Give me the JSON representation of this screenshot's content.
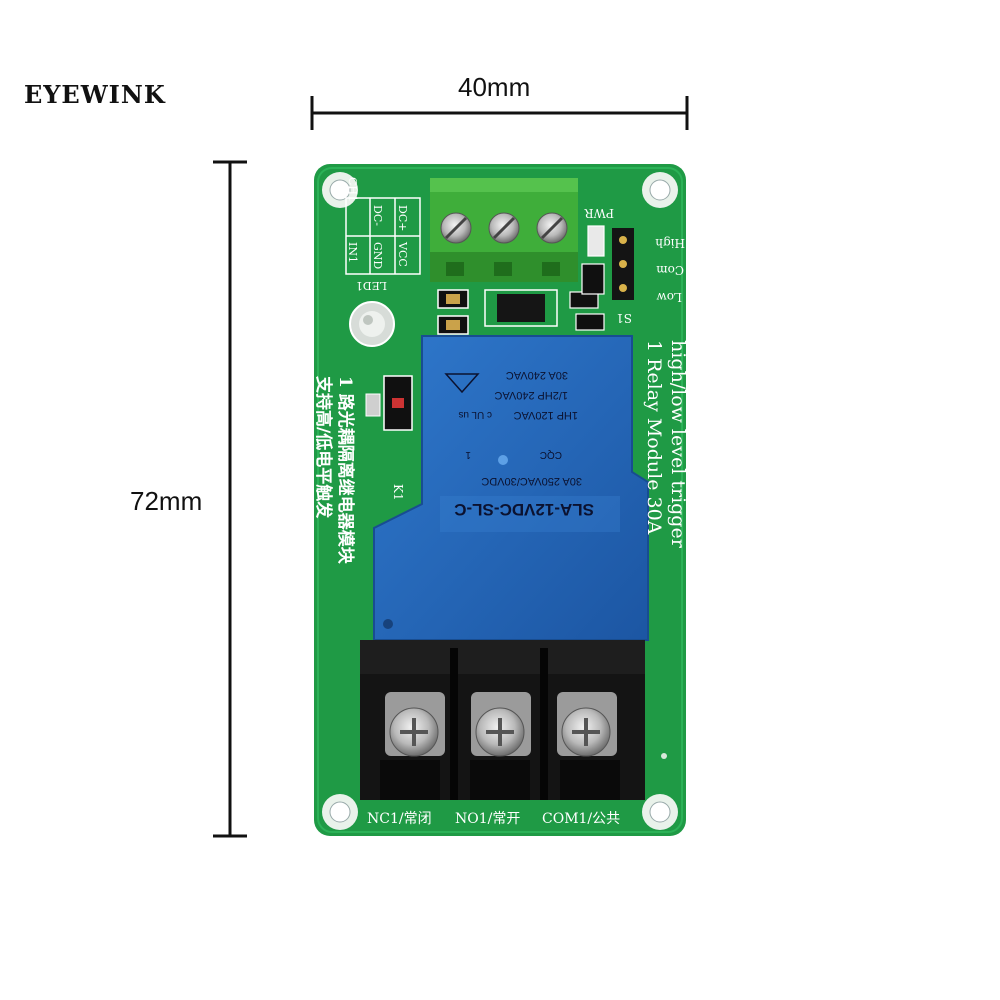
{
  "brand": "EYEWINK",
  "dimensions": {
    "width": "40mm",
    "height": "72mm"
  },
  "board": {
    "title_en": "1 Relay  Module 30A",
    "subtitle_en": "high/low level trigger",
    "title_cn_1": "1 路光耦隔离继电器模块",
    "title_cn_2": "支持高/低电平触发",
    "input_pins": {
      "top_row": [
        "CH1",
        "DC-",
        "DC+"
      ],
      "bottom_row": [
        "IN1",
        "GND",
        "VCC"
      ]
    },
    "labels": {
      "led": "LED1",
      "relay_ref": "K1",
      "pwr": "PWR",
      "selector": "S1",
      "high": "High",
      "com": "Com",
      "low": "Low"
    },
    "relay": {
      "model": "SLA-12VDC-SL-C",
      "line1": "30A 250VAC/30VDC",
      "line2": "1HP 120VAC",
      "line3": "1/2HP 240VAC",
      "line4": "30A 240VAC",
      "cert": "CQC",
      "pin_mark": "1",
      "ul_mark": "c UL us"
    },
    "terminals": [
      "NC1/常闭",
      "NO1/常开",
      "COM1/公共"
    ]
  },
  "colors": {
    "pcb": "#1f9a45",
    "relay": "#2466b8",
    "terminal_green": "#3fae3a",
    "terminal_black": "#141414"
  }
}
